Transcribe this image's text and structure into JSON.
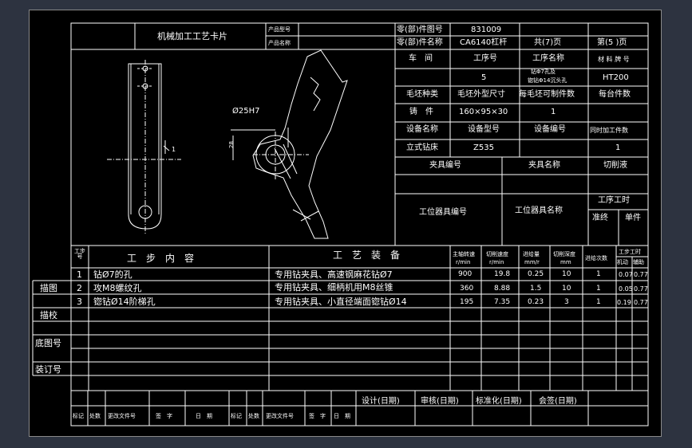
{
  "header": {
    "card_title": "机械加工工艺卡片",
    "product_model_label": "产品型号",
    "product_name_label": "产品名称",
    "part_no_label": "零(部)件图号",
    "part_no": "831009",
    "part_name_label": "零(部)件名称",
    "part_name": "CA6140杠杆",
    "total_pages": "共(7)页",
    "page_no": "第(5 )页"
  },
  "info": {
    "workshop_label": "车　间",
    "op_no_label": "工序号",
    "op_no": "5",
    "op_name_label": "工序名称",
    "op_name_line1": "钻Φ7孔及",
    "op_name_line2": "锪钻Φ14沉头孔",
    "material_label": "材 料 牌 号",
    "material": "HT200",
    "blank_type_label": "毛坯种类",
    "blank_size_label": "毛坯外型尺寸",
    "parts_per_blank_label": "每毛坯可制件数",
    "parts_per_unit_label": "每台件数",
    "blank_type": "铸　件",
    "blank_size": "160×95×30",
    "parts_per_blank": "1",
    "equip_name_label": "设备名称",
    "equip_model_label": "设备型号",
    "equip_no_label": "设备编号",
    "simul_label": "同时加工件数",
    "equip_name": "立式钻床",
    "equip_model": "Z535",
    "simul": "1",
    "fixture_no_label": "夹具编号",
    "fixture_name_label": "夹具名称",
    "coolant_label": "切削液",
    "station_no_label": "工位器具编号",
    "station_name_label": "工位器具名称",
    "op_time_label": "工序工时",
    "prep_label": "准终",
    "unit_label": "单件"
  },
  "drawing": {
    "dia_label": "Ø25H7",
    "dim_28": "28",
    "dim_1": "1"
  },
  "steps_header": {
    "step_no": "工步号",
    "step_content": "工　步　内　容",
    "equipment": "工　艺　装　备",
    "spindle_speed": "主轴转速",
    "spindle_unit": "r/min",
    "cut_speed": "切削速度",
    "cut_speed_unit": "r/min",
    "feed": "进给量",
    "feed_unit": "mm/r",
    "depth": "切削深度",
    "depth_unit": "mm",
    "passes": "进给次数",
    "time": "工步工时",
    "time_machine": "机动",
    "time_aux": "辅助"
  },
  "steps": [
    {
      "no": "1",
      "content": "钻Ø7的孔",
      "equip": "专用钻夹具、高速钢麻花钻Ø7",
      "speed": "900",
      "vc": "19.8",
      "feed": "0.25",
      "depth": "10",
      "passes": "1",
      "tm": "0.07",
      "ta": "0.77"
    },
    {
      "no": "2",
      "content": "攻M8螺纹孔",
      "equip": "专用钻夹具、细柄机用M8丝锥",
      "speed": "360",
      "vc": "8.88",
      "feed": "1.5",
      "depth": "10",
      "passes": "1",
      "tm": "0.05",
      "ta": "0.77"
    },
    {
      "no": "3",
      "content": "锪钻Ø14阶梯孔",
      "equip": "专用钻夹具、小直径端面锪钻Ø14",
      "speed": "195",
      "vc": "7.35",
      "feed": "0.23",
      "depth": "3",
      "passes": "1",
      "tm": "0.19",
      "ta": "0.77"
    }
  ],
  "left_labels": {
    "draw": "描图",
    "trace": "描校",
    "base": "底图号",
    "bind": "装订号"
  },
  "sign": {
    "design": "设计(日期)",
    "review": "审核(日期)",
    "standard": "标准化(日期)",
    "approve": "会签(日期)",
    "mark": "标记",
    "count": "处数",
    "doc": "更改文件号",
    "sig": "签　字",
    "date": "日　期"
  }
}
